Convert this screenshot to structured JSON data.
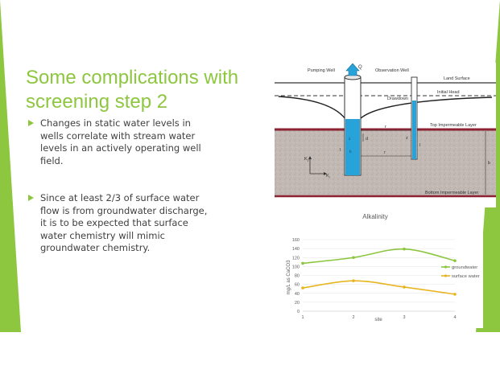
{
  "colors": {
    "accent_green": "#8dc63f",
    "title_green": "#8dc63f",
    "body_text": "#404040",
    "groundwater_series": "#8cc63e",
    "surface_water_series": "#e8b520",
    "aquifer_fill": "#bfb6b2",
    "confining_layer": "#8c2232",
    "well_water": "#27a3d9"
  },
  "slide": {
    "title": "Some complications with screening step 2",
    "bullets": [
      {
        "icon": "triangle-bullet-icon",
        "text": "Changes in static water levels in wells correlate with stream water levels in an actively operating well field."
      },
      {
        "icon": "triangle-bullet-icon",
        "text": "Since at least 2/3 of surface water flow is from groundwater discharge, it is to be expected that surface water chemistry will mimic groundwater chemistry."
      }
    ]
  },
  "diagram": {
    "labels": {
      "q": "Q",
      "pumping_well": "Pumping Well",
      "observation_well": "Observation Well",
      "land_surface": "Land Surface",
      "initial_head": "Initial Head",
      "drawdown": "Drawdown",
      "top_layer": "Top Impermeable Layer",
      "bottom_layer": "Bottom Impermeable Layer",
      "r_upper": "r",
      "r_lower": "r",
      "d": "d",
      "l": "l",
      "z_obs": "z",
      "l_obs": "l",
      "b": "b",
      "kz": "K",
      "kz_sub": "z",
      "kr": "K",
      "kr_sub": "r",
      "small_z": "z",
      "small_h": "h"
    }
  },
  "chart_data": {
    "type": "line",
    "title": "Alkalinity",
    "xlabel": "site",
    "ylabel": "mg/L as CaCO3",
    "x": [
      1,
      2,
      3,
      4
    ],
    "x_ticks": [
      "1",
      "2",
      "3",
      "4"
    ],
    "y_ticks": [
      "0",
      "20",
      "40",
      "60",
      "80",
      "100",
      "120",
      "140",
      "160"
    ],
    "ylim": [
      0,
      160
    ],
    "grid": "horizontal",
    "legend_position": "right",
    "series": [
      {
        "name": "groundwater",
        "color": "#8cc63e",
        "values": [
          107,
          120,
          139,
          113
        ]
      },
      {
        "name": "surface water",
        "color": "#e8b520",
        "values": [
          52,
          68,
          54,
          38
        ]
      }
    ]
  }
}
